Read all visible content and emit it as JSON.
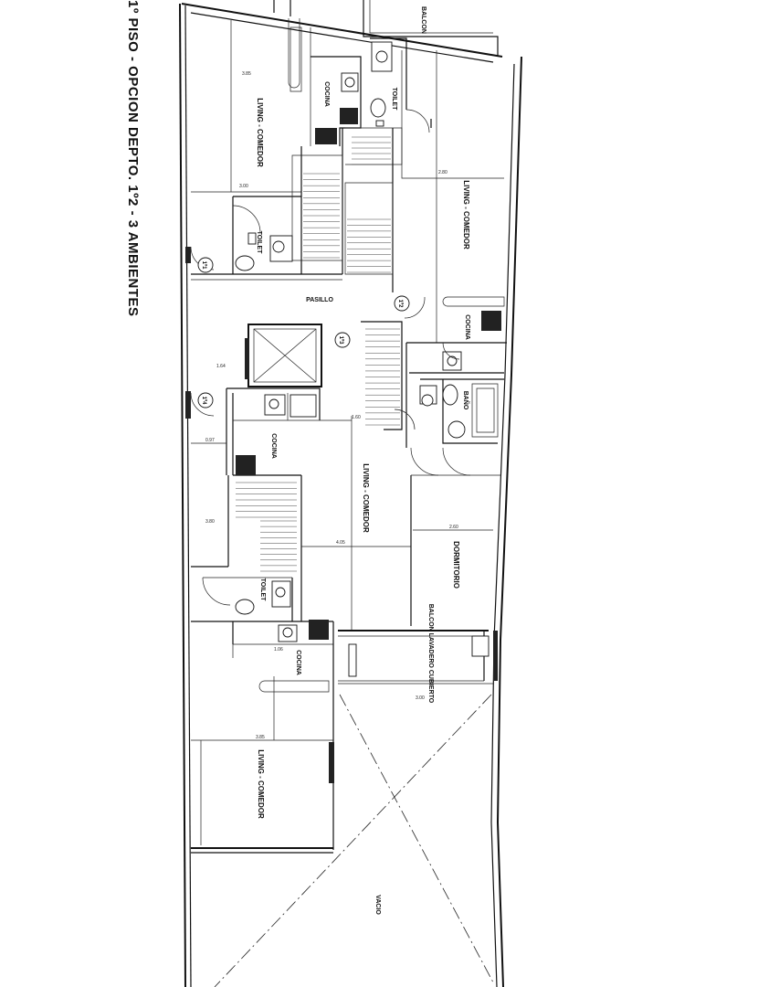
{
  "title": "1º PISO - OPCION DEPTO. 1º2 - 3 AMBIENTES",
  "rooms": {
    "living_1": "LIVING - COMEDOR",
    "living_2": "LIVING - COMEDOR",
    "living_3": "LIVING - COMEDOR",
    "living_4": "LIVING - COMEDOR",
    "cocina_1": "COCINA",
    "cocina_2": "COCINA",
    "cocina_3": "COCINA",
    "cocina_4": "COCINA",
    "toilet_1": "TOILET",
    "toilet_2": "TOILET",
    "toilet_3": "TOILET",
    "bano": "BAÑO",
    "pasillo": "PASILLO",
    "dormitorio": "DORMITORIO",
    "balcon": "BALCON",
    "balcon_lavadero": "BALCON LAVADERO CUBIERTO",
    "vacio": "VACIO"
  },
  "units": {
    "u1": "1º1",
    "u2": "1º2",
    "u3": "1º3",
    "u4": "1º4"
  },
  "dimensions": {
    "d1": "3.85",
    "d2": "3.00",
    "d3": "1.64",
    "d4": "0.97",
    "d5": "1.06",
    "d6": "3.85",
    "d7": "2.80",
    "d8": "4.05",
    "d9": "3.00",
    "d10": "2.60",
    "d11": "3.80",
    "d12": "1.60"
  }
}
